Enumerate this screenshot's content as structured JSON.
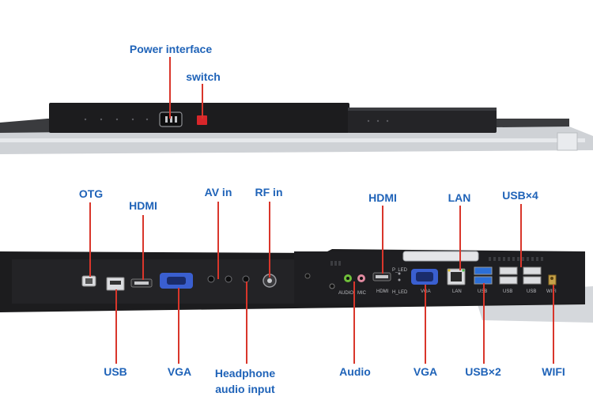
{
  "top_labels": {
    "power_interface": "Power interface",
    "switch": "switch"
  },
  "bottom_labels": {
    "otg": "OTG",
    "hdmi_left": "HDMI",
    "av_in": "AV in",
    "rf_in": "RF in",
    "hdmi_right": "HDMI",
    "lan": "LAN",
    "usb_x4": "USB×4",
    "usb": "USB",
    "vga_left": "VGA",
    "headphone_line1": "Headphone",
    "headphone_line2": "audio input",
    "audio": "Audio",
    "vga_right": "VGA",
    "usb_x2": "USB×2",
    "wifi": "WIFI"
  },
  "port_silkscreen": {
    "audio": "AUDIO",
    "mic": "MIC",
    "p_led": "P_LED",
    "h_led": "H_LED",
    "hdmi": "HDMI",
    "vga": "VGA",
    "lan": "LAN",
    "usb1": "USB",
    "usb2": "USB",
    "usb3": "USB",
    "wifi": "WIFI"
  },
  "colors": {
    "label": "#1f63b8",
    "leader": "#d9362b",
    "panel": "#1c1c1e",
    "frame": "#c9ccd0",
    "usb3_blue": "#2c6fd6",
    "audio_green": "#6fbf3a",
    "mic_pink": "#e08aa0",
    "vga_blue": "#3a5fd0",
    "switch_red": "#d8262a"
  }
}
